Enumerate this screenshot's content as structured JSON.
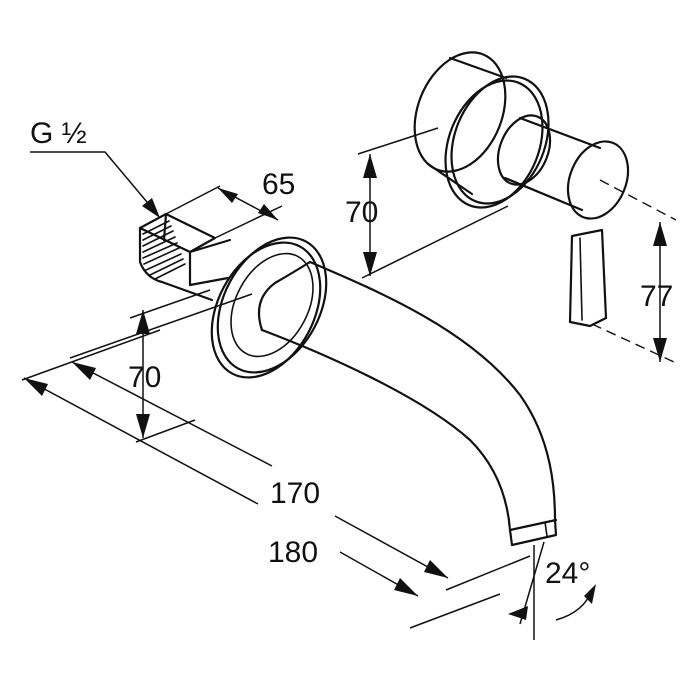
{
  "labels": {
    "thread": "G ½",
    "pipe_depth": "65",
    "spout_height": "70",
    "body_height": "70",
    "lever_offset": "77",
    "length_inner": "170",
    "length_outer": "180",
    "angle": "24°"
  },
  "colors": {
    "line": "#111111",
    "background": "#ffffff"
  }
}
